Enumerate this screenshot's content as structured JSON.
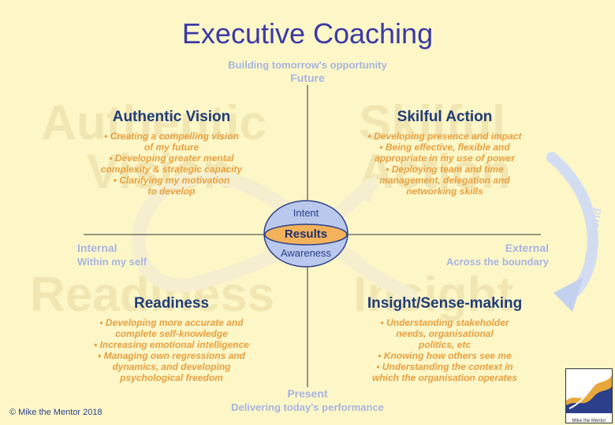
{
  "title": "Executive Coaching",
  "axes": {
    "top_line1": "Building tomorrow's opportunity",
    "top_line2": "Future",
    "bottom_line1": "Present",
    "bottom_line2": "Delivering today's performance",
    "left_line1": "Internal",
    "left_line2": "Within my self",
    "right_line1": "External",
    "right_line2": "Across the boundary"
  },
  "watermarks": {
    "top_left": [
      "Authentic",
      "Vision"
    ],
    "top_right": [
      "Skilful",
      "Action"
    ],
    "bottom_left": [
      "Readiness"
    ],
    "bottom_right": [
      "Insight"
    ]
  },
  "quadrants": {
    "top_left": {
      "title": "Authentic Vision",
      "lines": [
        "• Creating a compelling vision",
        "of my future",
        "• Developing greater mental",
        "complexity & strategic capacity",
        "• Clarifying my motivation",
        "to develop"
      ]
    },
    "top_right": {
      "title": "Skilful Action",
      "lines": [
        "• Developing presence and impact",
        "• Being effective, flexible and",
        "appropriate in my use of power",
        "• Deploying team and time",
        "management, delegation and",
        "networking skills"
      ]
    },
    "bottom_left": {
      "title": "Readiness",
      "lines": [
        "• Developing more accurate and",
        "complete self-knowledge",
        "• Increasing emotional intelligence",
        "• Managing own regressions and",
        "dynamics, and developing",
        "psychological freedom"
      ]
    },
    "bottom_right": {
      "title": "Insight/Sense-making",
      "lines": [
        "• Understanding stakeholder",
        "needs, organisational",
        "politics, etc",
        "• Knowing how others see me",
        "• Understanding the context in",
        "which the organisation operates"
      ]
    }
  },
  "center": {
    "top": "Intent",
    "middle": "Results",
    "bottom": "Awareness"
  },
  "world_label": "The World",
  "copyright": "© Mike the Mentor 2018",
  "logo_caption": "Mike the Mentor",
  "colors": {
    "background": "#fdf7c8",
    "title": "#3a3aa6",
    "axis_label": "#a7b4e0",
    "quadrant_title": "#1f3c78",
    "bullet_text": "#e8a040",
    "ellipse_fill": "#b9c8ec",
    "results_band": "#f3b25a"
  }
}
